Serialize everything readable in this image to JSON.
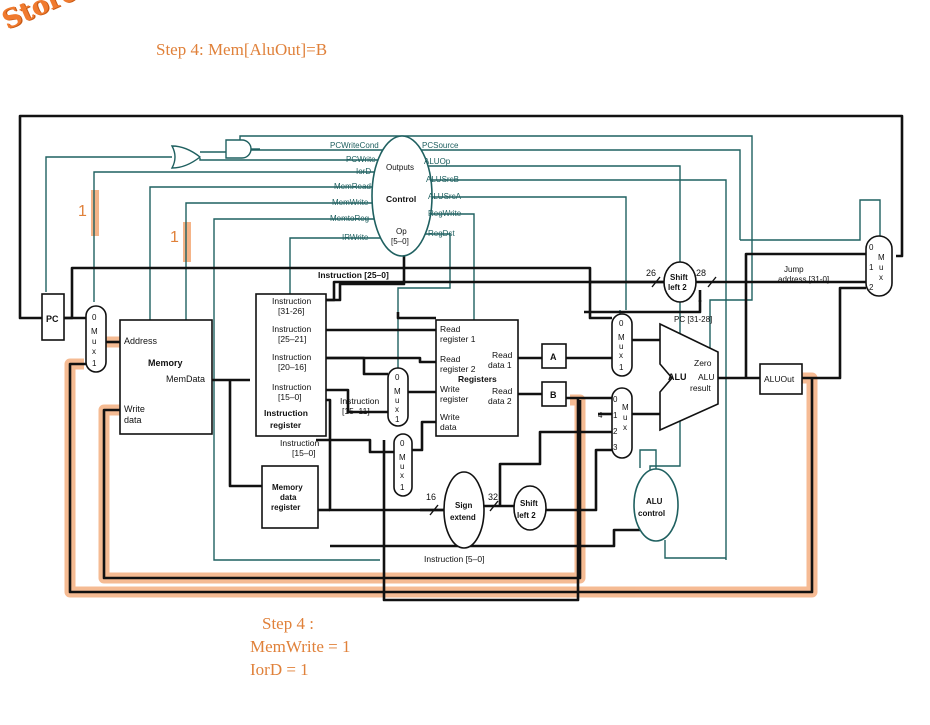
{
  "heading": {
    "title": "Store Word",
    "step": "Step 4: Mem[AluOut]=B"
  },
  "note": {
    "line1": "Step 4 :",
    "line2": "MemWrite = 1",
    "line3": "IorD = 1"
  },
  "signal_markers": {
    "memwrite": "1",
    "iord": "1"
  },
  "control": {
    "title": "Control",
    "outputs_label": "Outputs",
    "op_label": "Op",
    "op_bits": "[5–0]",
    "signals_left": [
      "PCWriteCond",
      "PCWrite",
      "IorD",
      "MemRead",
      "MemWrite",
      "MemtoReg",
      "IRWrite"
    ],
    "signals_right": [
      "PCSource",
      "ALUOp",
      "ALUSrcB",
      "ALUSrcA",
      "RegWrite",
      "RegDst"
    ]
  },
  "pc": {
    "label": "PC"
  },
  "memory": {
    "title": "Memory",
    "address": "Address",
    "memdata": "MemData",
    "write_data_1": "Write",
    "write_data_2": "data"
  },
  "ir": {
    "fields": [
      [
        "Instruction",
        "[31-26]"
      ],
      [
        "Instruction",
        "[25–21]"
      ],
      [
        "Instruction",
        "[20–16]"
      ],
      [
        "Instruction",
        "[15–0]"
      ]
    ],
    "title_1": "Instruction",
    "title_2": "register"
  },
  "mdr": {
    "line1": "Memory",
    "line2": "data",
    "line3": "register"
  },
  "registers": {
    "title": "Registers",
    "read_reg1_a": "Read",
    "read_reg1_b": "register 1",
    "read_reg2_a": "Read",
    "read_reg2_b": "register 2",
    "write_reg_a": "Write",
    "write_reg_b": "register",
    "write_data_a": "Write",
    "write_data_b": "data",
    "read_data1_a": "Read",
    "read_data1_b": "data 1",
    "read_data2_a": "Read",
    "read_data2_b": "data 2"
  },
  "reg_a": "A",
  "reg_b": "B",
  "alu": {
    "label": "ALU",
    "zero": "Zero",
    "result_1": "ALU",
    "result_2": "result"
  },
  "aluout": "ALUOut",
  "alu_control": {
    "line1": "ALU",
    "line2": "control"
  },
  "sign_extend": {
    "line1": "Sign",
    "line2": "extend"
  },
  "shift_left_top": {
    "line1": "Shift",
    "line2": "left 2"
  },
  "shift_left_bottom": {
    "line1": "Shift",
    "line2": "left 2"
  },
  "mux": {
    "m": "M",
    "u": "u",
    "x": "x",
    "zero": "0",
    "one": "1",
    "two": "2",
    "three": "3"
  },
  "wire_labels": {
    "instr_25_0": "Instruction [25–0]",
    "instr_15_0": "Instruction",
    "instr_15_0_b": "[15–0]",
    "instr_15_11_a": "Instruction",
    "instr_15_11_b": "[15–11]",
    "instr_5_0": "Instruction [5–0]",
    "pc_31_28": "PC [31-28]",
    "jump_1": "Jump",
    "jump_2": "address [31-0]",
    "bits_26": "26",
    "bits_28": "28",
    "bits_16": "16",
    "bits_32": "32",
    "const_4": "4"
  },
  "colors": {
    "datapath": "#111111",
    "control": "#1f6060",
    "highlight": "#f5b488",
    "annotation": "#e0813a"
  }
}
